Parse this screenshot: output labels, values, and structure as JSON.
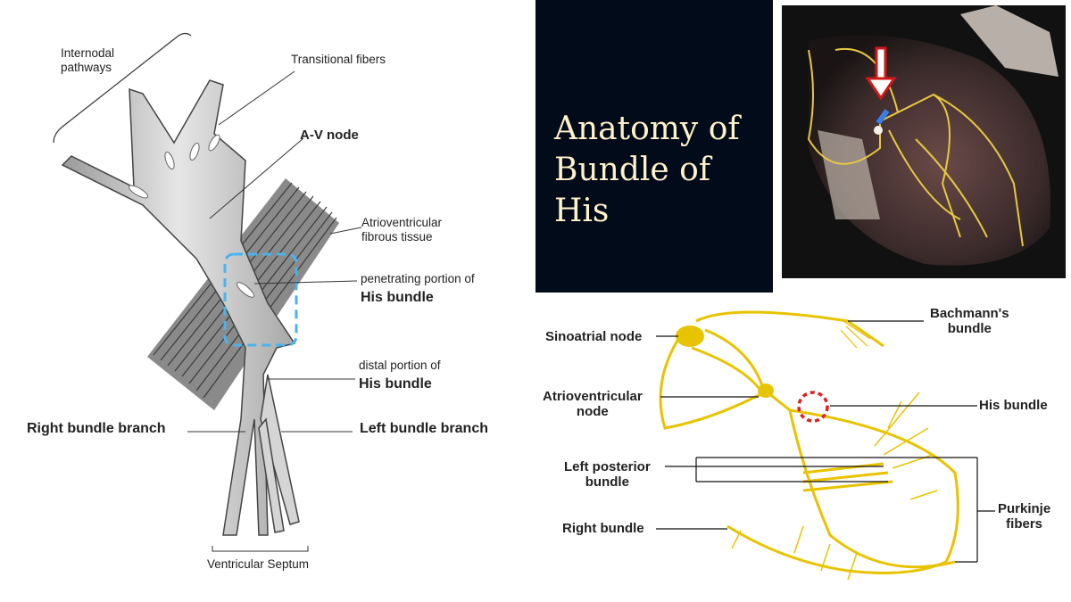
{
  "title": {
    "line1": "Anatomy of",
    "line2": "Bundle of His"
  },
  "left_diagram": {
    "internodal": "Internodal\npathways",
    "transitional": "Transitional fibers",
    "av_node": "A-V node",
    "av_fibrous": "Atrioventricular\nfibrous tissue",
    "penetrating_1": "penetrating portion of",
    "penetrating_2": "His bundle",
    "distal_1": "distal portion of",
    "distal_2": "His bundle",
    "right_branch": "Right bundle branch",
    "left_branch": "Left bundle branch",
    "septum": "Ventricular Septum"
  },
  "pathway_diagram": {
    "sa_node": "Sinoatrial node",
    "bachmann": "Bachmann's\nbundle",
    "av_node": "Atrioventricular\nnode",
    "his_bundle": "His bundle",
    "left_posterior": "Left posterior\nbundle",
    "purkinje": "Purkinje\nfibers",
    "right_bundle": "Right bundle"
  },
  "colors": {
    "title_bg": "#020b1a",
    "title_text": "#fff2c8",
    "conduction": "#f0d000",
    "highlight_box": "#4ab3ec",
    "marker": "#e02020"
  }
}
